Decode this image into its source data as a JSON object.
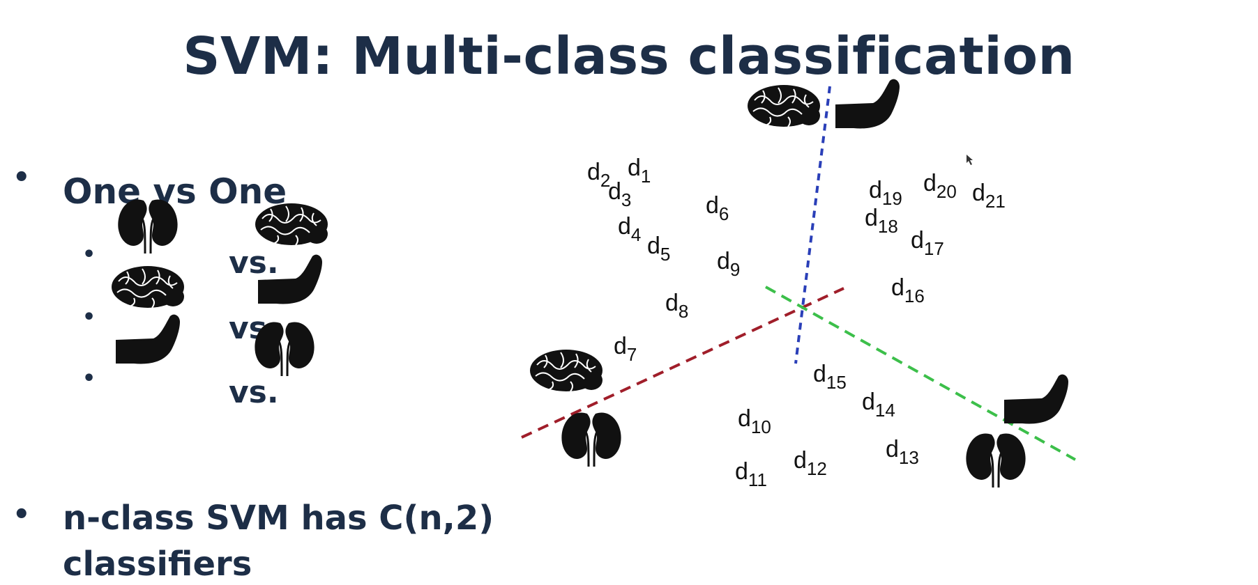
{
  "title": "SVM: Multi-class classification",
  "bullets": {
    "one_vs_one": "One vs One",
    "pairs": [
      {
        "left_icon": "kidney-icon",
        "vs": "vs.",
        "right_icon": "brain-icon"
      },
      {
        "left_icon": "brain-icon",
        "vs": "vs.",
        "right_icon": "foot-icon"
      },
      {
        "left_icon": "foot-icon",
        "vs": "vs.",
        "right_icon": "kidney-icon"
      }
    ],
    "n_class_line1": "n-class SVM has C(n,2)",
    "n_class_line2": "classifiers"
  },
  "diagram": {
    "points": [
      {
        "base": "d",
        "sub": "1"
      },
      {
        "base": "d",
        "sub": "2"
      },
      {
        "base": "d",
        "sub": "3"
      },
      {
        "base": "d",
        "sub": "4"
      },
      {
        "base": "d",
        "sub": "5"
      },
      {
        "base": "d",
        "sub": "6"
      },
      {
        "base": "d",
        "sub": "7"
      },
      {
        "base": "d",
        "sub": "8"
      },
      {
        "base": "d",
        "sub": "9"
      },
      {
        "base": "d",
        "sub": "10"
      },
      {
        "base": "d",
        "sub": "11"
      },
      {
        "base": "d",
        "sub": "12"
      },
      {
        "base": "d",
        "sub": "13"
      },
      {
        "base": "d",
        "sub": "14"
      },
      {
        "base": "d",
        "sub": "15"
      },
      {
        "base": "d",
        "sub": "16"
      },
      {
        "base": "d",
        "sub": "17"
      },
      {
        "base": "d",
        "sub": "18"
      },
      {
        "base": "d",
        "sub": "19"
      },
      {
        "base": "d",
        "sub": "20"
      },
      {
        "base": "d",
        "sub": "21"
      }
    ],
    "lines": [
      {
        "name": "brain-foot-boundary",
        "color": "#2a3fb8"
      },
      {
        "name": "kidney-brain-boundary",
        "color": "#a01e2a"
      },
      {
        "name": "foot-kidney-boundary",
        "color": "#3cbf4a"
      }
    ]
  }
}
